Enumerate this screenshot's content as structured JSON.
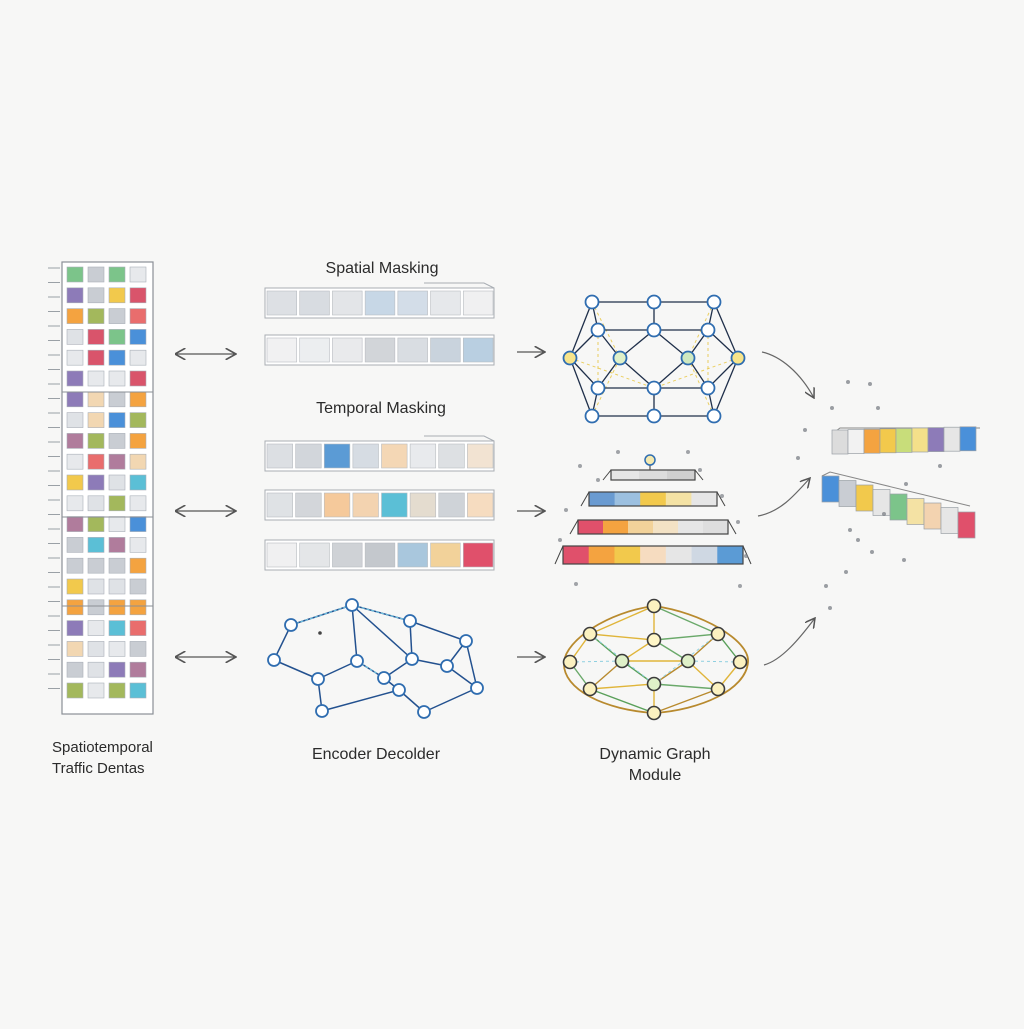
{
  "labels": {
    "input": [
      "Spatiotemporal",
      "Traffic Dentas"
    ],
    "spatial": "Spatial Masking",
    "temporal": "Temporal Masking",
    "encoder_decoder": "Encoder  Decolder",
    "dynamic_graph": [
      "Dynamic Graph",
      "Module"
    ]
  },
  "colors": {
    "background": "#f7f7f6",
    "node_blue": "#2f6db0",
    "node_yellow": "#e8c53b",
    "node_green": "#5aa05a",
    "arrow": "#555555",
    "palette": [
      "#f2c94c",
      "#f4a340",
      "#d9546b",
      "#4a90d9",
      "#8d7bb8",
      "#a3b85c",
      "#7cc48a",
      "#f2d7b2",
      "#5bbfd6",
      "#c9cdd3",
      "#b07c9c",
      "#e96d6d"
    ]
  }
}
